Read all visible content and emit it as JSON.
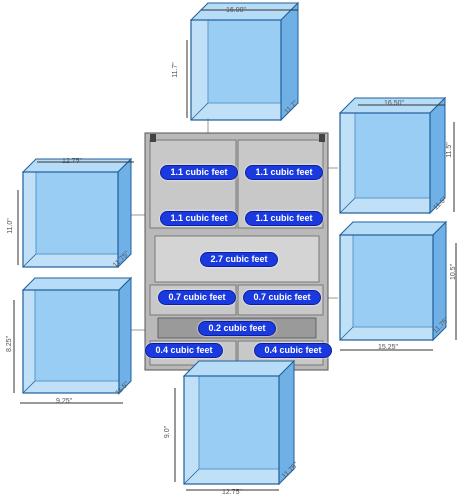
{
  "labels": {
    "left_upper_door": "1.1 cubic feet",
    "right_upper_door": "1.1 cubic feet",
    "left_middle_door": "1.1 cubic feet",
    "right_middle_door": "1.1 cubic feet",
    "center_drawer": "2.7 cubic feet",
    "left_lower_door": "0.7 cubic feet",
    "right_lower_door": "0.7 cubic feet",
    "crisper_drawer": "0.2 cubic feet",
    "left_bottom_bin": "0.4 cubic feet",
    "right_bottom_bin": "0.4 cubic feet"
  },
  "dimensions": {
    "top": {
      "width": "16.00\"",
      "height": "11.7\"",
      "depth": "11.7\""
    },
    "left_upper": {
      "width": "12.75\"",
      "height": "11.0\"",
      "depth": "11.75\""
    },
    "left_lower": {
      "width": "9.25\"",
      "height": "8.25\"",
      "depth": "11.5\""
    },
    "right_upper": {
      "width": "16.50\"",
      "height": "11.5\"",
      "depth": "11.5\""
    },
    "right_lower": {
      "width": "15.25\"",
      "height": "10.5\"",
      "depth": "11.75\""
    },
    "bottom": {
      "width": "12.75\"",
      "height": "9.0\"",
      "depth": "11.75\""
    }
  },
  "colors": {
    "box_fill": "#8cc6f2",
    "box_edge": "#1f5f9a",
    "label_fill": "#1a3ae0",
    "fridge_body": "#b9b9b9"
  }
}
